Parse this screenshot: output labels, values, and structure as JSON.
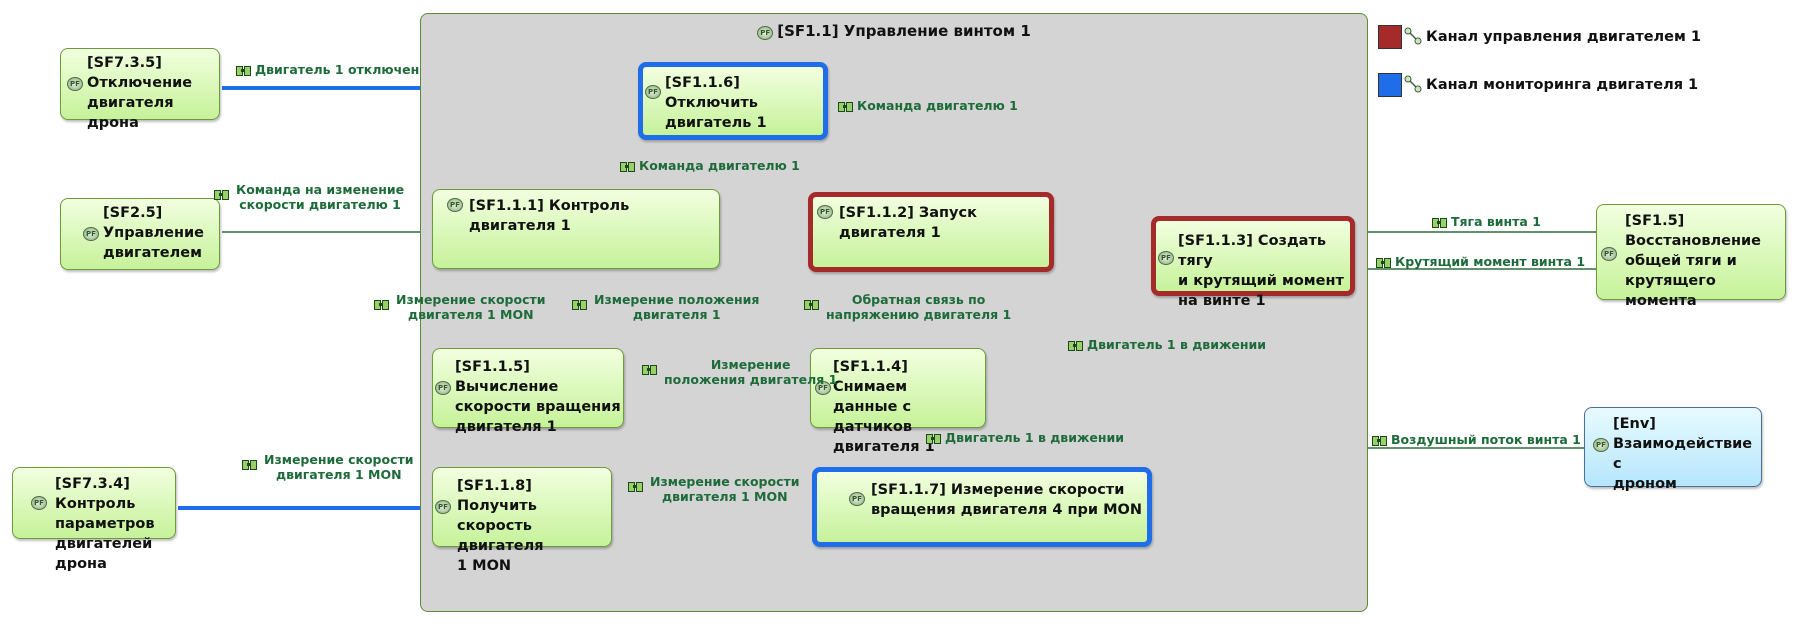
{
  "container": {
    "id": "SF1.1",
    "title": "[SF1.1] Управление винтом 1"
  },
  "legend": [
    {
      "label": "Канал управления двигателем 1",
      "color": "#a52a2a",
      "icon": "link-icon"
    },
    {
      "label": "Канал мониторинга двигателя 1",
      "color": "#1f6de8",
      "icon": "link-icon"
    }
  ],
  "nodes": {
    "sf735": {
      "lines": [
        "[SF7.3.5]",
        "Отключение",
        "двигателя дрона"
      ]
    },
    "sf25": {
      "lines": [
        "[SF2.5]",
        "Управление",
        "двигателем"
      ]
    },
    "sf734": {
      "lines": [
        "[SF7.3.4] Контроль",
        "параметров",
        "двигателей дрона"
      ]
    },
    "sf116": {
      "lines": [
        "[SF1.1.6] Отключить",
        "двигатель 1"
      ]
    },
    "sf111": {
      "lines": [
        "[SF1.1.1] Контроль двигателя 1"
      ]
    },
    "sf112": {
      "lines": [
        "[SF1.1.2] Запуск двигателя 1"
      ]
    },
    "sf113": {
      "lines": [
        "[SF1.1.3] Создать тягу",
        "и крутящий момент",
        "на винте 1"
      ]
    },
    "sf115": {
      "lines": [
        "[SF1.1.5] Вычисление",
        "скорости вращения",
        "двигателя 1"
      ]
    },
    "sf114": {
      "lines": [
        "[SF1.1.4] Снимаем",
        "данные с датчиков",
        "двигателя 1"
      ]
    },
    "sf118": {
      "lines": [
        "[SF1.1.8] Получить",
        "скорость двигателя",
        "1 MON"
      ]
    },
    "sf117": {
      "lines": [
        "[SF1.1.7] Измерение скорости",
        "вращения двигателя 4 при MON"
      ]
    },
    "sf15": {
      "lines": [
        "[SF1.5]",
        "Восстановление",
        "общей тяги и",
        "крутящего момента"
      ]
    },
    "env": {
      "lines": [
        "[Env]",
        "Взаимодействие с",
        "дроном"
      ]
    }
  },
  "icon_badge": "PF",
  "flows": {
    "f1": {
      "lines": [
        "Двигатель 1 отключен"
      ]
    },
    "f2": {
      "lines": [
        "Команда на изменение",
        "скорости двигателю 1"
      ]
    },
    "f3": {
      "lines": [
        "Команда двигателю 1"
      ]
    },
    "f4": {
      "lines": [
        "Команда двигателю 1"
      ]
    },
    "f5": {
      "lines": [
        "Измерение скорости",
        "двигателя 1 MON"
      ]
    },
    "f6": {
      "lines": [
        "Измерение положения",
        "двигателя 1"
      ]
    },
    "f7": {
      "lines": [
        "Обратная связь по",
        "напряжению двигателя 1"
      ]
    },
    "f8": {
      "lines": [
        "Измерение",
        "положения двигателя 1"
      ]
    },
    "f9": {
      "lines": [
        "Двигатель 1 в движении"
      ]
    },
    "f10": {
      "lines": [
        "Двигатель 1 в движении"
      ]
    },
    "f11": {
      "lines": [
        "Тяга винта 1"
      ]
    },
    "f12": {
      "lines": [
        "Крутящий момент винта 1"
      ]
    },
    "f13": {
      "lines": [
        "Воздушный поток винта 1"
      ]
    },
    "f14": {
      "lines": [
        "Измерение скорости",
        "двигателя 1 MON"
      ]
    },
    "f15": {
      "lines": [
        "Измерение скорости",
        "двигателя 1 MON"
      ]
    }
  }
}
